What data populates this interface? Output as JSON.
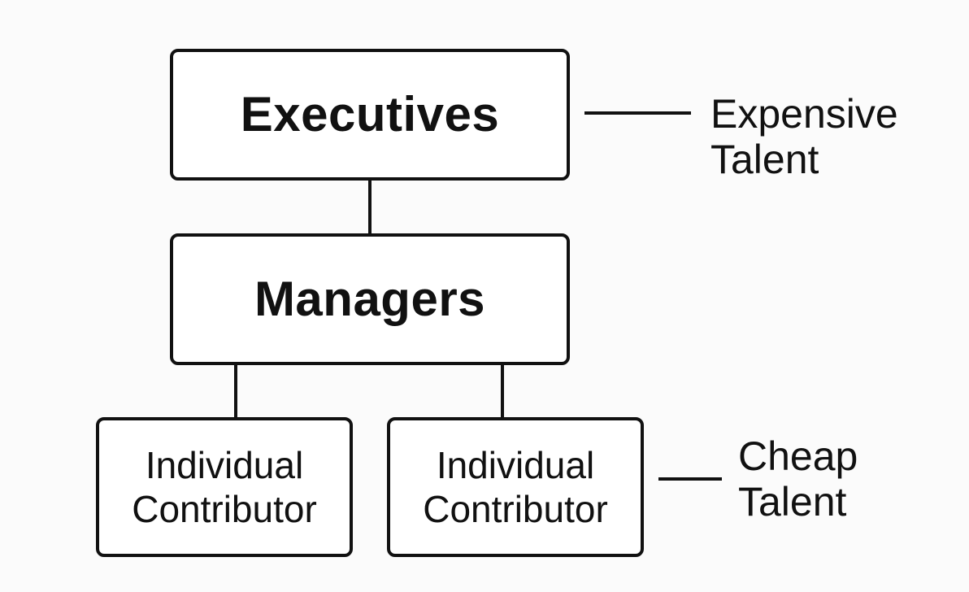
{
  "diagram": {
    "nodes": {
      "executives": {
        "label": "Executives"
      },
      "managers": {
        "label": "Managers"
      },
      "individual_contributor_1": {
        "line1": "Individual",
        "line2": "Contributor"
      },
      "individual_contributor_2": {
        "line1": "Individual",
        "line2": "Contributor"
      }
    },
    "edges": [
      {
        "from": "executives",
        "to": "managers"
      },
      {
        "from": "managers",
        "to": "individual_contributor_1"
      },
      {
        "from": "managers",
        "to": "individual_contributor_2"
      }
    ],
    "annotations": {
      "expensive": {
        "line1": "Expensive",
        "line2": "Talent",
        "points_to": "executives"
      },
      "cheap": {
        "line1": "Cheap",
        "line2": "Talent",
        "points_to": "individual_contributor_2"
      }
    },
    "colors": {
      "stroke": "#111111",
      "background": "#fbfbfb",
      "box_fill": "#ffffff"
    }
  }
}
